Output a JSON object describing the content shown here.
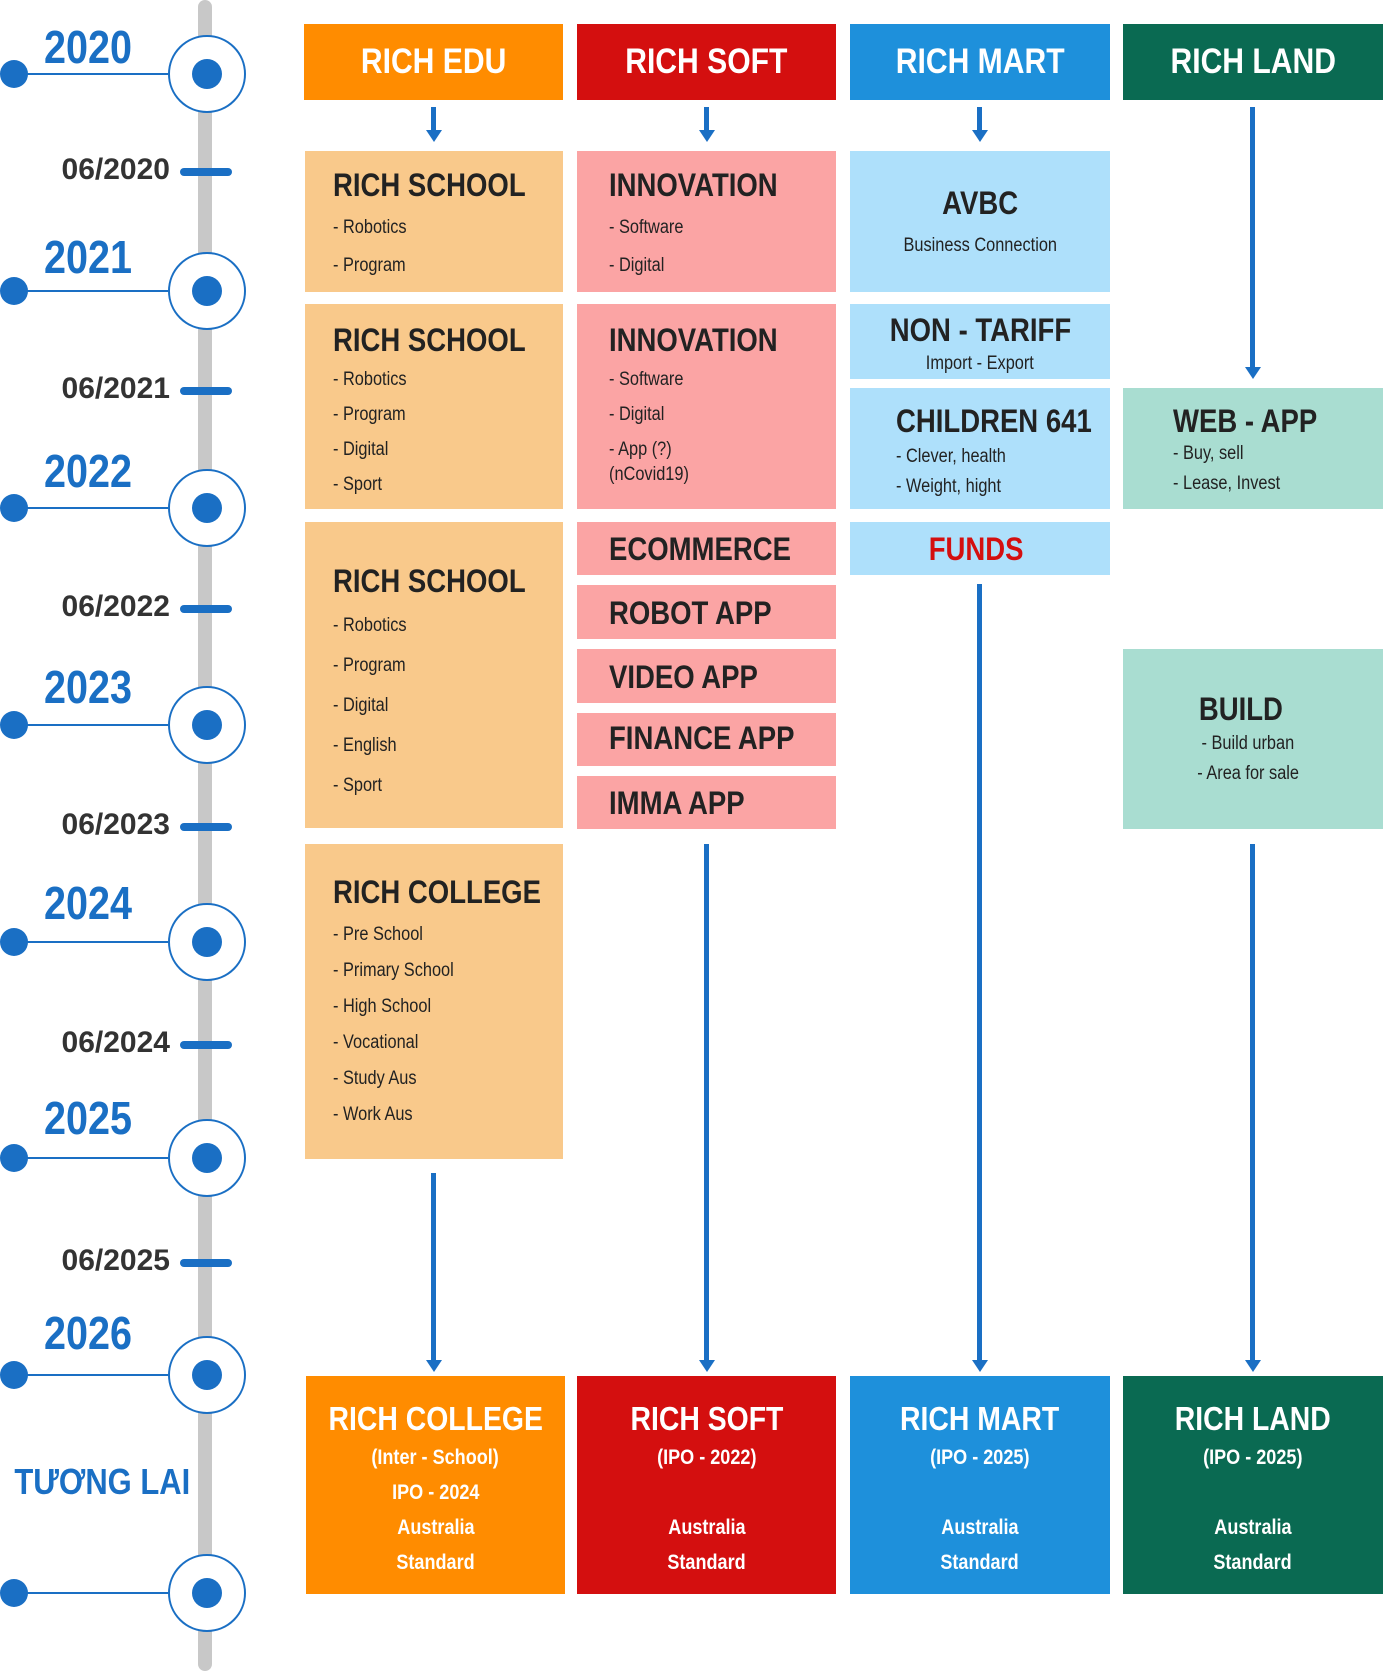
{
  "timeline": {
    "years": [
      "2020",
      "2021",
      "2022",
      "2023",
      "2024",
      "2025",
      "2026"
    ],
    "months": [
      "06/2020",
      "06/2021",
      "06/2022",
      "06/2023",
      "06/2024",
      "06/2025"
    ],
    "future": "TƯƠNG LAI"
  },
  "headers": [
    "RICH EDU",
    "RICH SOFT",
    "RICH MART",
    "RICH LAND"
  ],
  "edu": {
    "school1": {
      "title": "RICH SCHOOL",
      "items": [
        "- Robotics",
        "- Program"
      ]
    },
    "school2": {
      "title": "RICH SCHOOL",
      "items": [
        "- Robotics",
        "- Program",
        "- Digital",
        "- Sport"
      ]
    },
    "school3": {
      "title": "RICH SCHOOL",
      "items": [
        "- Robotics",
        "- Program",
        "- Digital",
        "- English",
        "- Sport"
      ]
    },
    "college": {
      "title": "RICH COLLEGE",
      "items": [
        "- Pre School",
        "- Primary School",
        "- High School",
        "- Vocational",
        "- Study Aus",
        "- Work Aus"
      ]
    }
  },
  "soft": {
    "innov1": {
      "title": "INNOVATION",
      "items": [
        "- Software",
        "- Digital"
      ]
    },
    "innov2": {
      "title": "INNOVATION",
      "items": [
        "- Software",
        "- Digital",
        "- App (?)",
        "(nCovid19)"
      ]
    },
    "apps": [
      "ECOMMERCE",
      "ROBOT APP",
      "VIDEO APP",
      "FINANCE APP",
      "IMMA APP"
    ]
  },
  "mart": {
    "avbc": {
      "title": "AVBC",
      "sub": "Business Connection"
    },
    "tariff": {
      "title": "NON - TARIFF",
      "sub": "Import - Export"
    },
    "children": {
      "title": "CHILDREN 641",
      "items": [
        "- Clever, health",
        "- Weight, hight"
      ]
    },
    "funds": "FUNDS"
  },
  "land": {
    "webapp": {
      "title": "WEB - APP",
      "items": [
        "- Buy, sell",
        "- Lease, Invest"
      ]
    },
    "build": {
      "title": "BUILD",
      "items": [
        "- Build urban",
        "- Area for sale"
      ]
    }
  },
  "future": {
    "edu": {
      "title": "RICH COLLEGE",
      "lines": [
        "(Inter - School)",
        "IPO - 2024",
        "Australia",
        "Standard"
      ]
    },
    "soft": {
      "title": "RICH SOFT",
      "lines": [
        "(IPO - 2022)",
        "",
        "Australia",
        "Standard"
      ]
    },
    "mart": {
      "title": "RICH MART",
      "lines": [
        "(IPO - 2025)",
        "",
        "Australia",
        "Standard"
      ]
    },
    "land": {
      "title": "RICH LAND",
      "lines": [
        "(IPO - 2025)",
        "",
        "Australia",
        "Standard"
      ]
    }
  },
  "colors": {
    "timeline_blue": "#1a6fc4",
    "edu": "#ff8c00",
    "soft": "#d40f0f",
    "mart": "#1e90db",
    "land": "#0a6a52",
    "edu_light": "#f9c98b",
    "soft_light": "#fba4a4",
    "mart_light": "#aee0fb",
    "land_light": "#a9ddd1",
    "funds_text": "#d40f0f"
  }
}
